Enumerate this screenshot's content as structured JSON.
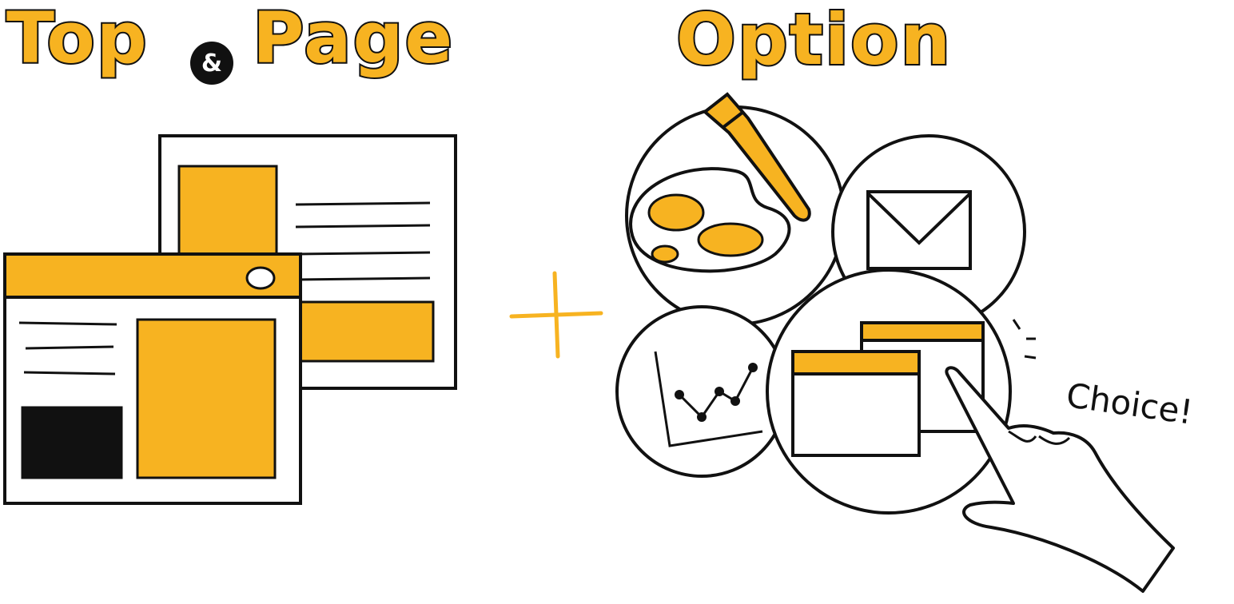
{
  "headings": {
    "left_word1": "Top",
    "ampersand": "&",
    "left_word2": "Page",
    "right": "Option"
  },
  "callout": "Choice!",
  "colors": {
    "accent": "#F7B321",
    "ink": "#111111",
    "background": "#FFFFFF"
  },
  "icons": [
    "browser-window",
    "document-page",
    "plus-sign",
    "palette-with-brush",
    "mail-envelope",
    "line-chart",
    "layout-windows",
    "pointing-hand"
  ]
}
